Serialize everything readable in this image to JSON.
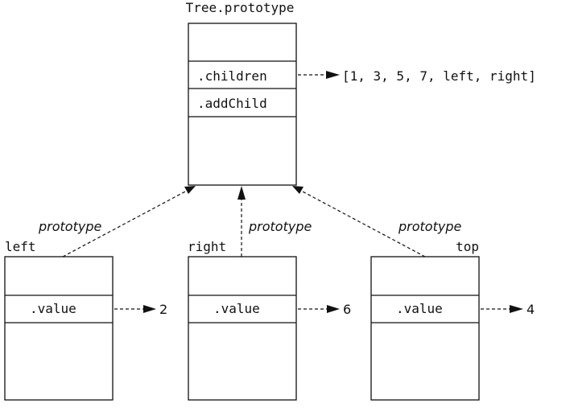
{
  "proto": {
    "label": "Tree.prototype",
    "children_prop": ".children",
    "addchild_prop": ".addChild",
    "children_value": "[1, 3, 5, 7, left, right]"
  },
  "arrow_label": "prototype",
  "nodes": [
    {
      "label": "left",
      "prop": ".value",
      "value": "2"
    },
    {
      "label": "right",
      "prop": ".value",
      "value": "6"
    },
    {
      "label": "top",
      "prop": ".value",
      "value": "4"
    }
  ]
}
